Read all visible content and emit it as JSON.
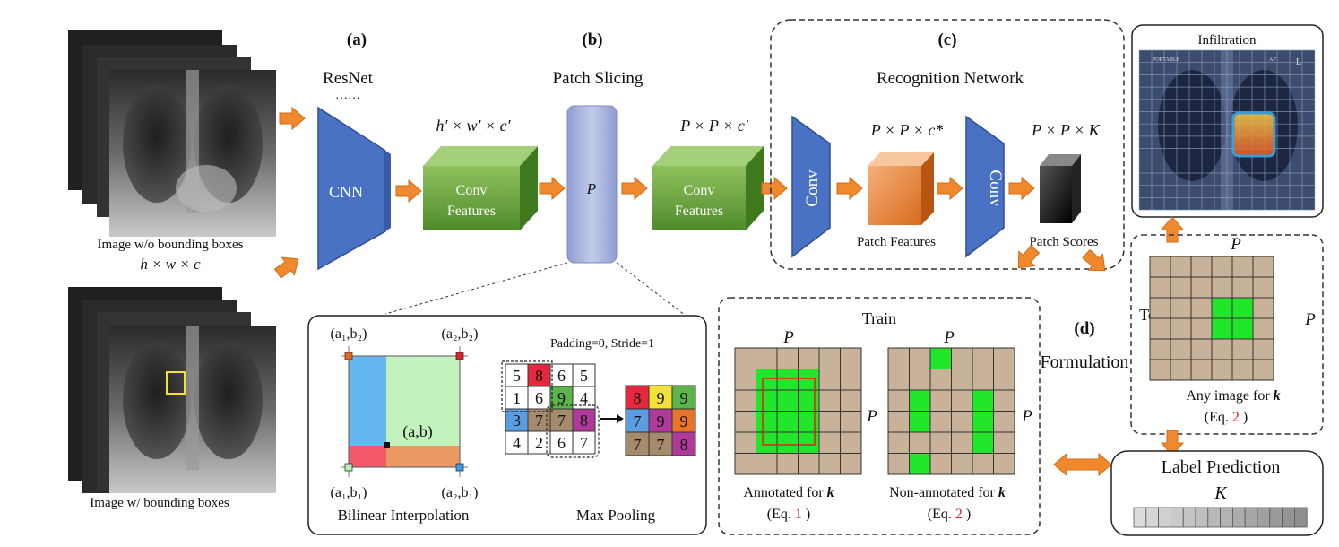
{
  "sections": {
    "a": "(a)",
    "b": "(b)",
    "c": "(c)",
    "d": "(d)"
  },
  "left": {
    "caption_top": "Image w/o bounding boxes",
    "caption_dims": "h × w × c",
    "caption_bottom": "Image w/ bounding boxes"
  },
  "resnet": {
    "title": "ResNet",
    "dots": "……",
    "cnn_label": "CNN"
  },
  "conv_features_1": {
    "dims": "h′ × w′ × c′",
    "line1": "Conv",
    "line2": "Features"
  },
  "patch_slicing": {
    "title": "Patch Slicing",
    "p_label": "P"
  },
  "conv_features_2": {
    "dims": "P × P × c′",
    "line1": "Conv",
    "line2": "Features"
  },
  "recognition": {
    "title": "Recognition Network",
    "conv1": "Conv",
    "conv2": "Conv",
    "patch_features_dims": "P × P × c*",
    "patch_features_label": "Patch Features",
    "patch_scores_dims": "P × P × K",
    "patch_scores_label": "Patch Scores"
  },
  "bilinear": {
    "corner_tl": "(a₁,b₂)",
    "corner_tr": "(a₂,b₂)",
    "corner_bl": "(a₁,b₁)",
    "corner_br": "(a₂,b₁)",
    "center": "(a,b)",
    "caption": "Bilinear Interpolation"
  },
  "maxpool": {
    "header": "Padding=0, Stride=1",
    "caption": "Max Pooling",
    "input": [
      [
        "5",
        "8",
        "6",
        "5"
      ],
      [
        "1",
        "6",
        "9",
        "4"
      ],
      [
        "3",
        "7",
        "7",
        "8"
      ],
      [
        "4",
        "2",
        "6",
        "7"
      ]
    ],
    "output": [
      [
        "8",
        "9",
        "9"
      ],
      [
        "7",
        "9",
        "9"
      ],
      [
        "7",
        "7",
        "8"
      ]
    ]
  },
  "train": {
    "title": "Train",
    "grid1_top": "P",
    "grid1_right": "P",
    "grid1_caption": "Annotated for ",
    "grid1_eq_prefix": "(Eq. ",
    "grid1_eq_num": "1",
    "grid1_eq_suffix": " )",
    "grid2_top": "P",
    "grid2_right": "P",
    "grid2_caption": "Non-annotated for ",
    "grid2_eq_prefix": "(Eq. ",
    "grid2_eq_num": "2",
    "grid2_eq_suffix": " )",
    "k": "k"
  },
  "test": {
    "label": "Test",
    "top": "P",
    "right": "P",
    "caption": "Any image for ",
    "k": "k",
    "eq_prefix": "(Eq. ",
    "eq_num": "2",
    "eq_suffix": " )"
  },
  "formulation": "Formulation",
  "infiltration": {
    "title": "Infiltration",
    "tag_left": "PORTABLE",
    "tag_right": "AP",
    "tag_l": "L"
  },
  "label_prediction": {
    "title": "Label Prediction",
    "k": "K"
  },
  "colors": {
    "arrow": "#f0882e",
    "conv_blue": "#4a72c4",
    "green_box": "#6fa93c",
    "patch_orange": "#e58031",
    "grid_tan": "#c8b29a",
    "grid_green": "#22e62a",
    "slice_purple": "#a9b5de",
    "eq_red": "#e02020"
  }
}
